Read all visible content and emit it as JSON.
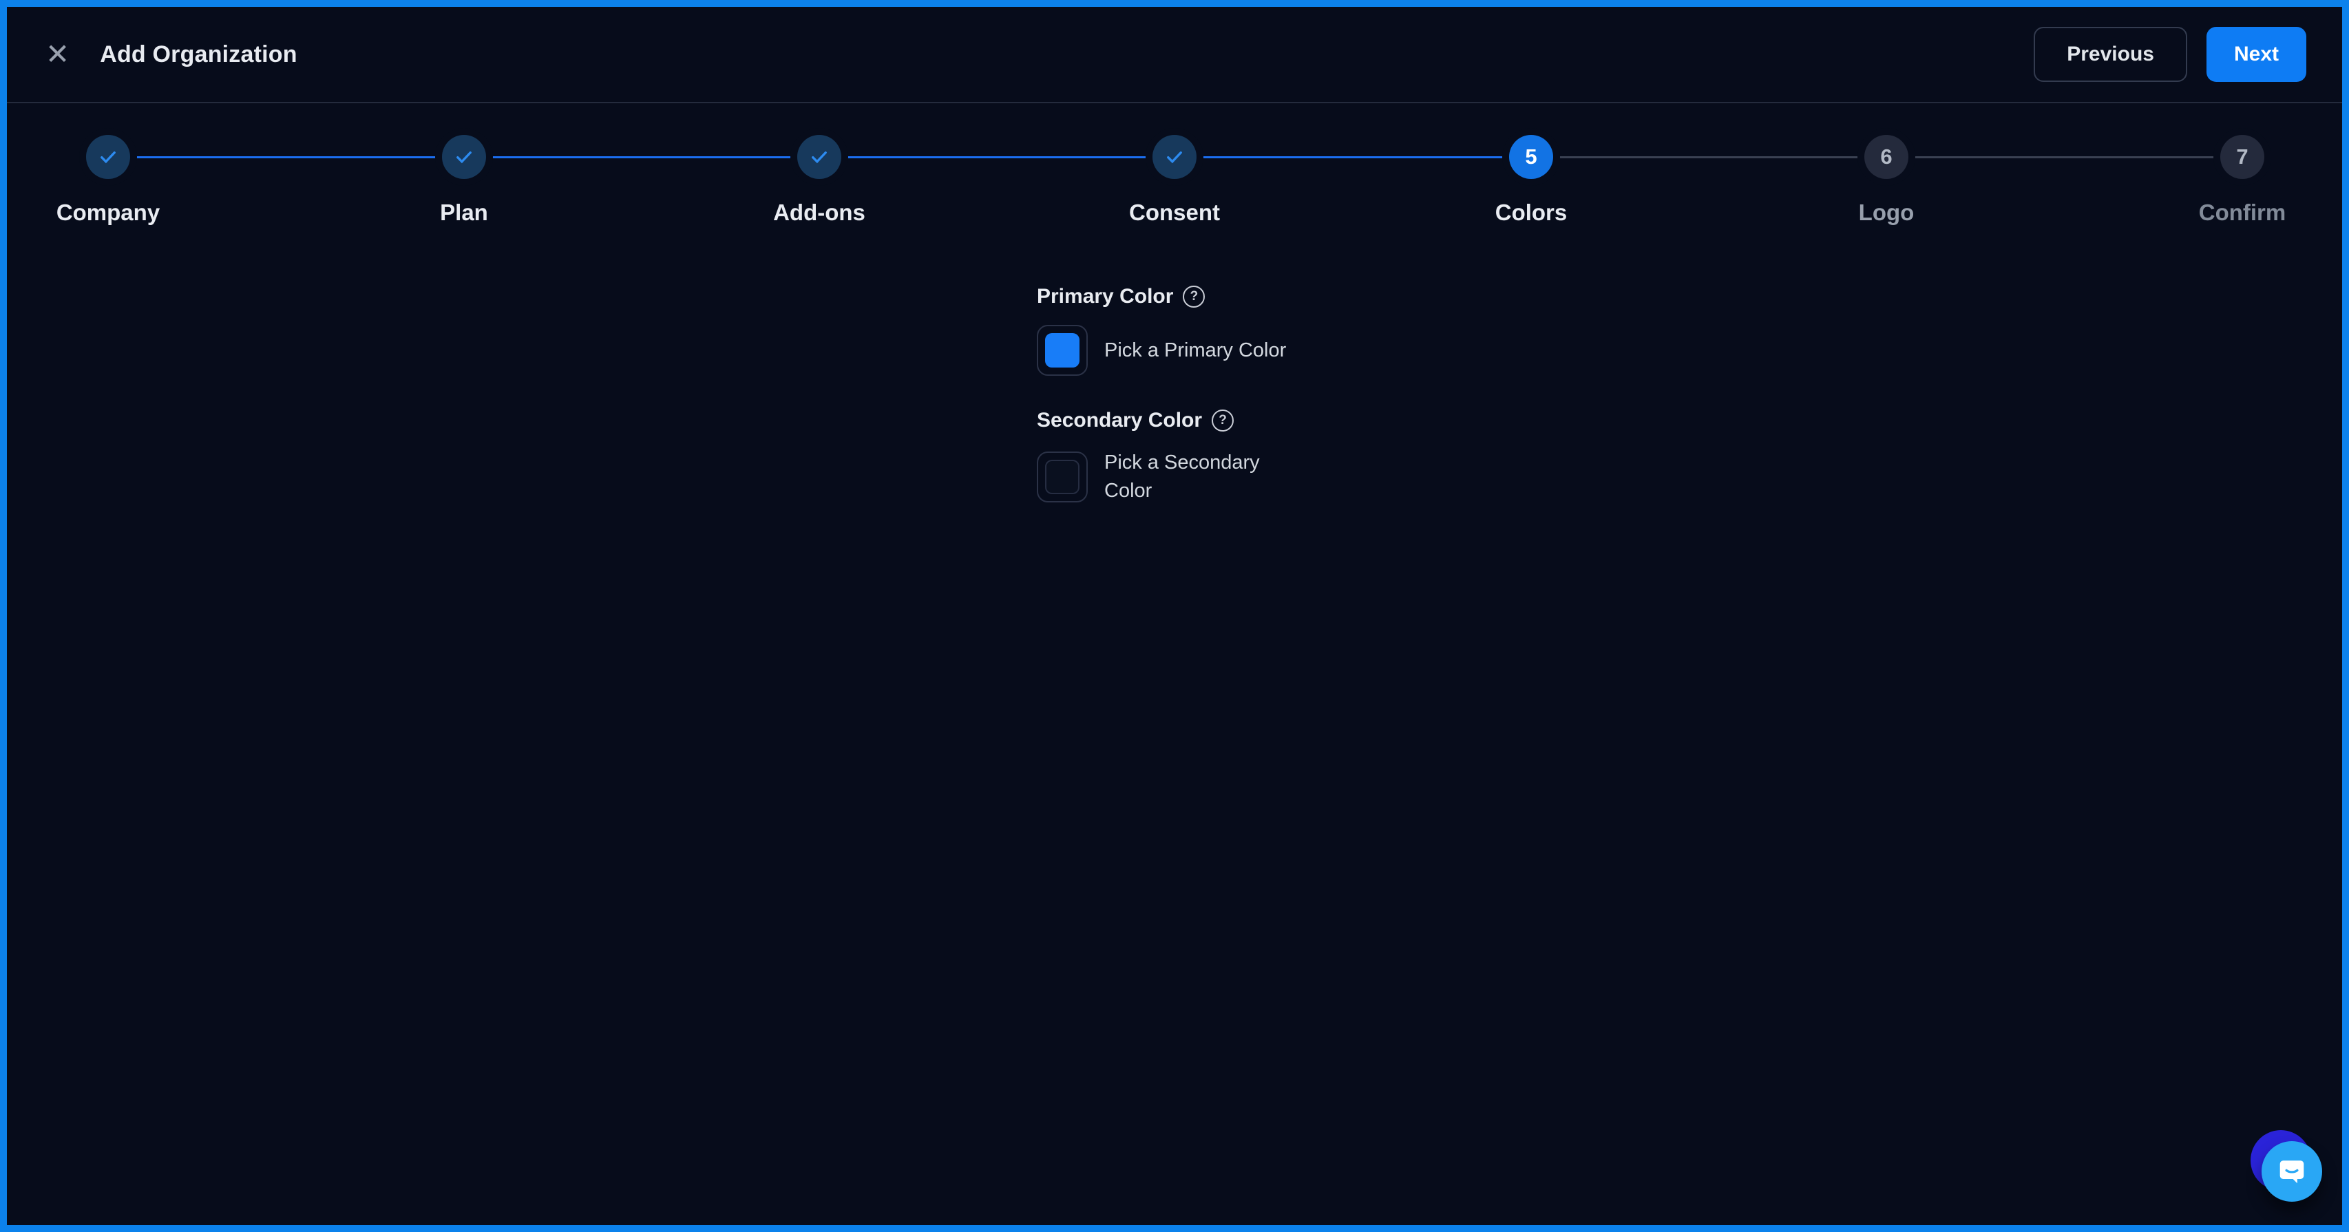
{
  "window": {
    "title": "Add Organization",
    "close_icon": "✕"
  },
  "header": {
    "previous_label": "Previous",
    "next_label": "Next"
  },
  "stepper": {
    "steps": [
      {
        "label": "Company",
        "state": "completed"
      },
      {
        "label": "Plan",
        "state": "completed"
      },
      {
        "label": "Add-ons",
        "state": "completed"
      },
      {
        "label": "Consent",
        "state": "completed"
      },
      {
        "label": "Colors",
        "number": "5",
        "state": "active"
      },
      {
        "label": "Logo",
        "number": "6",
        "state": "upcoming"
      },
      {
        "label": "Confirm",
        "number": "7",
        "state": "upcoming"
      }
    ]
  },
  "form": {
    "primary_color": {
      "label": "Primary Color",
      "help_icon": "?",
      "picker_text": "Pick a Primary Color",
      "swatch_color": "#187df8"
    },
    "secondary_color": {
      "label": "Secondary Color",
      "help_icon": "?",
      "picker_text": "Pick a Secondary Color",
      "swatch_color": "#0a101f"
    }
  },
  "colors": {
    "frame_border": "#0c82ec",
    "modal_background": "#070c1b",
    "accent_blue": "#0e7cf4",
    "active_step_blue": "#1273e4",
    "completed_step_bg": "#17395c",
    "check_blue": "#2d8bf0",
    "connector_active": "#1b6ef0",
    "connector_inactive": "#3a4152",
    "launcher_front": "#29a7f5",
    "launcher_back": "#2a23d8"
  }
}
